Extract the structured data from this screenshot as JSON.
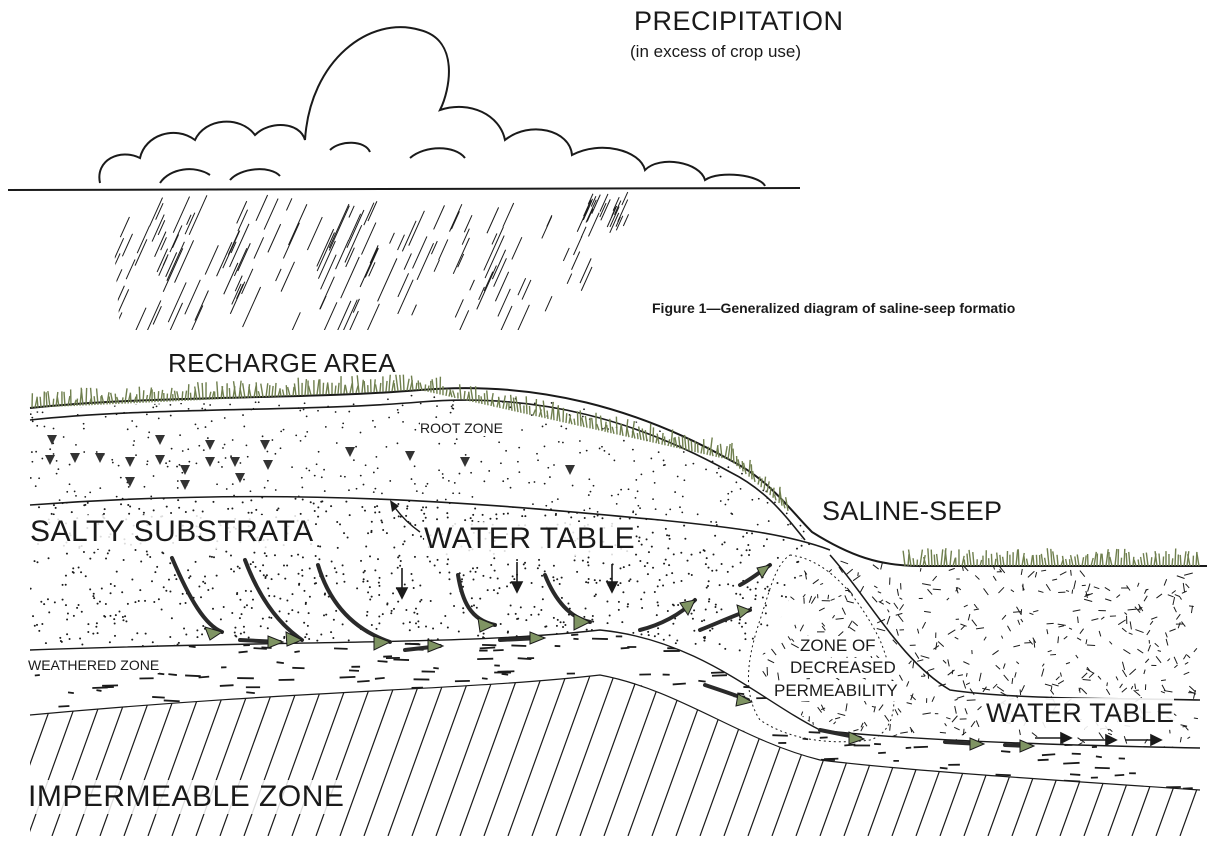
{
  "diagram": {
    "title": "PRECIPITATION",
    "subtitle": "(in excess of crop use)",
    "caption": "Figure 1—Generalized diagram of saline-seep formatio",
    "labels": {
      "recharge_area": "RECHARGE AREA",
      "root_zone": "ROOT ZONE",
      "salty_substrata": "SALTY SUBSTRATA",
      "water_table_upper": "WATER TABLE",
      "saline_seep": "SALINE-SEEP",
      "zone_line1": "ZONE OF",
      "zone_line2": "DECREASED",
      "zone_line3": "PERMEABILITY",
      "weathered_zone": "WEATHERED ZONE",
      "water_table_lower": "WATER TABLE",
      "impermeable_zone": "IMPERMEABLE ZONE"
    },
    "colors": {
      "ink": "#1a1a1a",
      "vegetation": "#6f7f4e",
      "arrow_accent": "#7f9463"
    }
  }
}
